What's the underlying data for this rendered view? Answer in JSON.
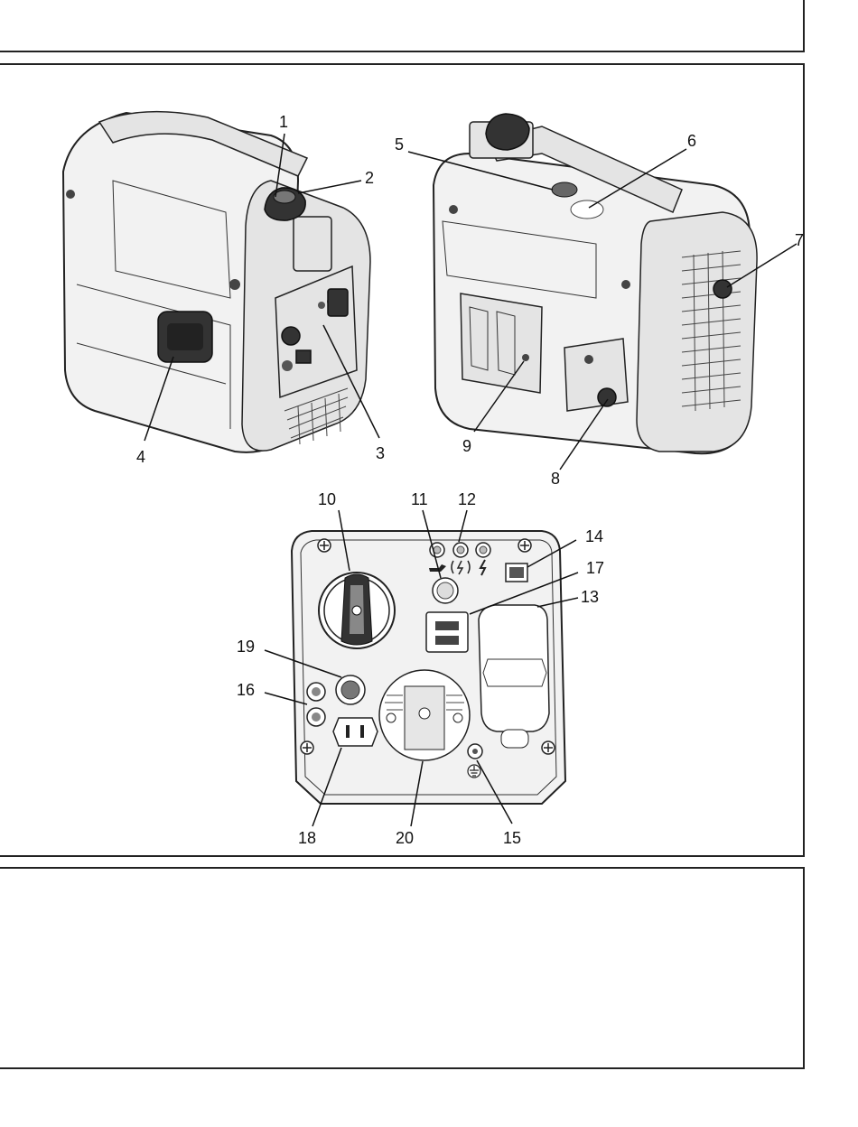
{
  "figure": {
    "callouts": [
      "1",
      "2",
      "3",
      "4",
      "5",
      "6",
      "7",
      "8",
      "9",
      "10",
      "11",
      "12",
      "13",
      "14",
      "15",
      "16",
      "17",
      "18",
      "19",
      "20"
    ],
    "panel_symbols": {
      "oil": "oil-warning-icon",
      "overload": "overload-icon",
      "power": "power-indicator-icon",
      "ground": "ground-icon"
    }
  }
}
